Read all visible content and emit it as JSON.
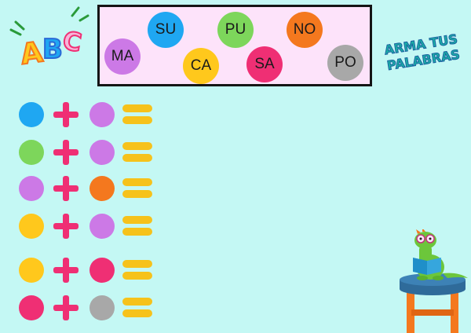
{
  "logo": {
    "letters": [
      "A",
      "B",
      "C"
    ]
  },
  "title": {
    "line1": "ARMA TUS",
    "line2": "PALABRAS"
  },
  "syllables": [
    {
      "text": "MA",
      "color": "#cc79e6"
    },
    {
      "text": "SU",
      "color": "#1fa7f2"
    },
    {
      "text": "CA",
      "color": "#ffc81c"
    },
    {
      "text": "PU",
      "color": "#7dd65b"
    },
    {
      "text": "SA",
      "color": "#ef2f74"
    },
    {
      "text": "NO",
      "color": "#f4781e"
    },
    {
      "text": "PO",
      "color": "#a8a8a8"
    }
  ],
  "rows": [
    {
      "left": "#1fa7f2",
      "right": "#cc79e6"
    },
    {
      "left": "#7dd65b",
      "right": "#cc79e6"
    },
    {
      "left": "#cc79e6",
      "right": "#f4781e"
    },
    {
      "left": "#ffc81c",
      "right": "#cc79e6"
    },
    {
      "left": "#ffc81c",
      "right": "#ef2f74"
    },
    {
      "left": "#ef2f74",
      "right": "#a8a8a8"
    }
  ],
  "colors": {
    "background": "#c4f8f4",
    "box": "#fde3fa",
    "plus": "#ef2f74",
    "equals": "#f6c21b"
  }
}
